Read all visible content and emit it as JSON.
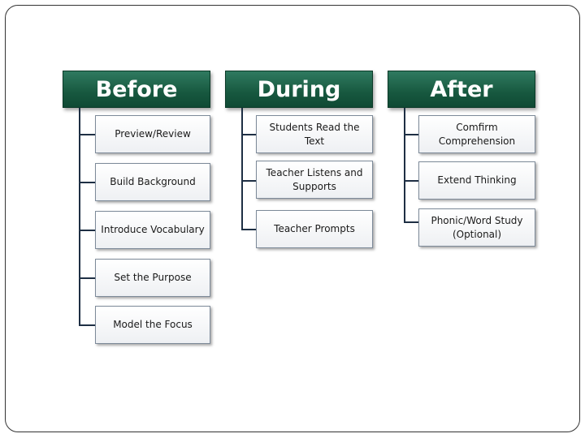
{
  "columns": [
    {
      "title": "Before",
      "items": [
        "Preview/Review",
        "Build Background",
        "Introduce Vocabulary",
        "Set the Purpose",
        "Model the Focus"
      ]
    },
    {
      "title": "During",
      "items": [
        "Students Read the Text",
        "Teacher Listens and Supports",
        "Teacher Prompts"
      ]
    },
    {
      "title": "After",
      "items": [
        "Comfirm Comprehension",
        "Extend Thinking",
        "Phonic/Word Study (Optional)"
      ]
    }
  ],
  "colors": {
    "header_bg": "#17583f",
    "connector": "#1e2f44",
    "box_border": "#7d8a99"
  }
}
